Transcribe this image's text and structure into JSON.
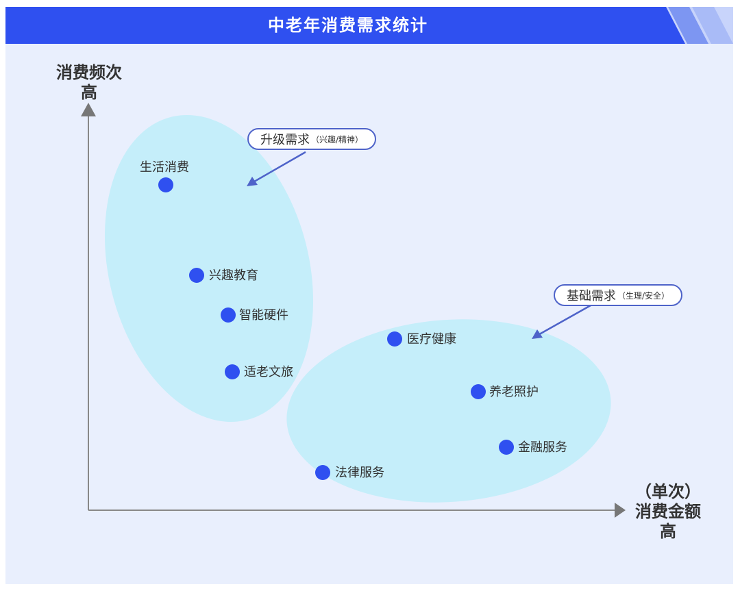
{
  "header": {
    "title": "中老年消费需求统计"
  },
  "axes": {
    "y_title_line1": "消费频次",
    "y_title_line2": "高",
    "x_title_line1": "（单次）",
    "x_title_line2": "消费金额",
    "x_title_line3": "高"
  },
  "callouts": [
    {
      "main": "升级需求",
      "open": "（",
      "sub": "兴趣/精神",
      "close": "）"
    },
    {
      "main": "基础需求",
      "open": "（",
      "sub": "生理/安全",
      "close": "）"
    }
  ],
  "points": [
    {
      "label": "生活消费",
      "group": "升级需求"
    },
    {
      "label": "兴趣教育",
      "group": "升级需求"
    },
    {
      "label": "智能硬件",
      "group": "升级需求"
    },
    {
      "label": "适老文旅",
      "group": "升级需求"
    },
    {
      "label": "医疗健康",
      "group": "基础需求"
    },
    {
      "label": "养老照护",
      "group": "基础需求"
    },
    {
      "label": "金融服务",
      "group": "基础需求"
    },
    {
      "label": "法律服务",
      "group": "基础需求"
    }
  ],
  "colors": {
    "header": "#2f50f0",
    "background": "#e9effd",
    "ellipse": "#c5eefa",
    "dot": "#2f50f0",
    "axis": "#888888",
    "callout_border": "#4e63c9"
  }
}
